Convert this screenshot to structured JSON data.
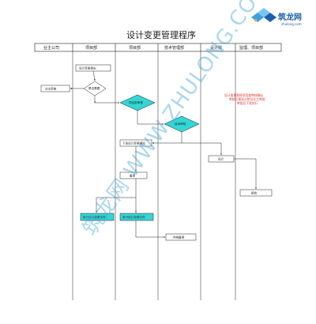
{
  "logo": {
    "name": "筑龙网",
    "site": "zhulong.com",
    "color": "#1d5fae"
  },
  "title": "设计变更管理程序",
  "lanes": [
    {
      "id": "owner",
      "label": "业主公司"
    },
    {
      "id": "pm",
      "label": "项目部"
    },
    {
      "id": "site",
      "label": "项目部"
    },
    {
      "id": "tech",
      "label": "技术管理部"
    },
    {
      "id": "design",
      "label": "设计院"
    },
    {
      "id": "supervisor",
      "label": "监理、项目部"
    }
  ],
  "nodes": {
    "propose": "设计变更提出",
    "owner_review": "业主审核",
    "need": "是否需要",
    "site_review": "项目部审核",
    "tech_review": "技术审核",
    "issue": "下发设计变更通知",
    "redesign": "设计",
    "ref": "备案",
    "receive": "接收",
    "exec_pm": "执行设计变更文件",
    "exec_site": "执行设计变更文件",
    "archive": "存档备案"
  },
  "note": {
    "lines": [
      "设计变更需经项目部审核确认",
      "审核后报设计院及业主审批",
      "审批后下发执行"
    ]
  },
  "watermark": "筑龙网 WWW.ZHULONG.COM",
  "colors": {
    "decision_fill": "#33d6d6",
    "exec_fill": "#33d6d6",
    "line": "#222222",
    "note": "#e0302a",
    "watermark": "#4aa8e0"
  }
}
